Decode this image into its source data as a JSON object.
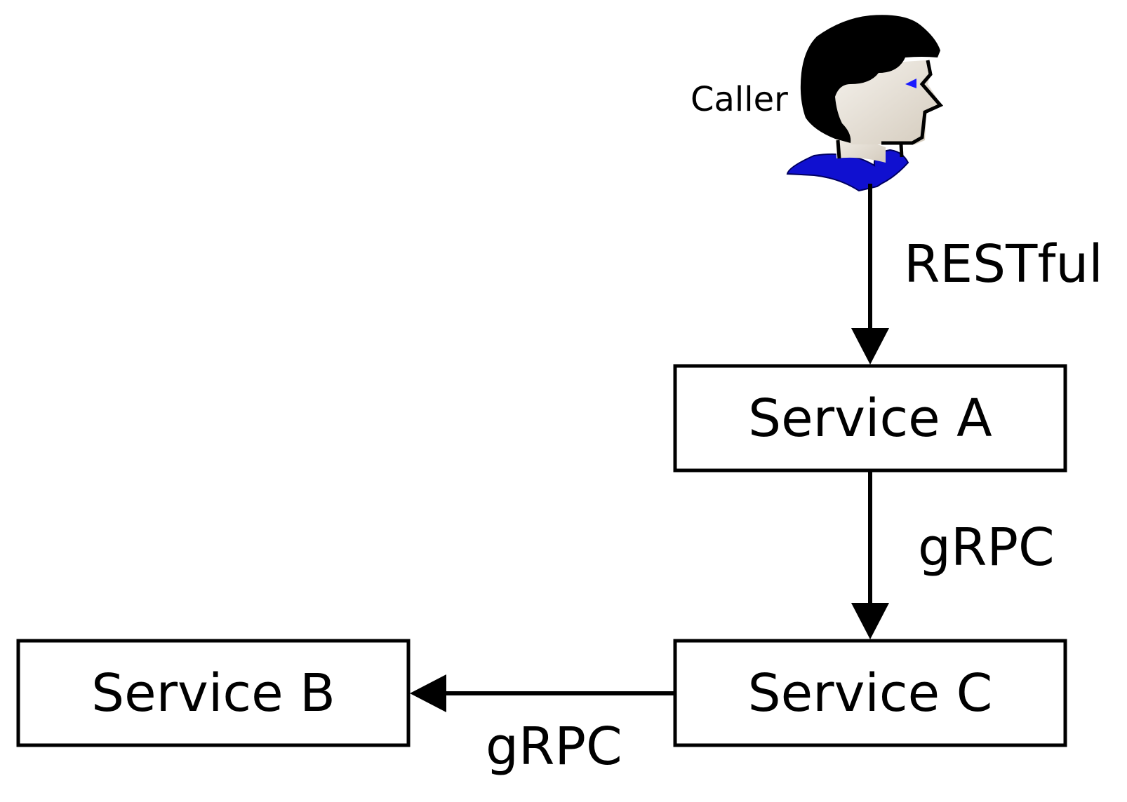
{
  "caller": {
    "label": "Caller"
  },
  "services": {
    "a": {
      "label": "Service A"
    },
    "b": {
      "label": "Service B"
    },
    "c": {
      "label": "Service C"
    }
  },
  "edges": {
    "caller_to_a": {
      "label": "RESTful"
    },
    "a_to_c": {
      "label": "gRPC"
    },
    "c_to_b": {
      "label": "gRPC"
    }
  },
  "colors": {
    "stroke": "#000000",
    "background": "#ffffff",
    "shirt": "#1010d0",
    "eye": "#1a1aff"
  },
  "icons": {
    "caller": "person-head-icon"
  }
}
